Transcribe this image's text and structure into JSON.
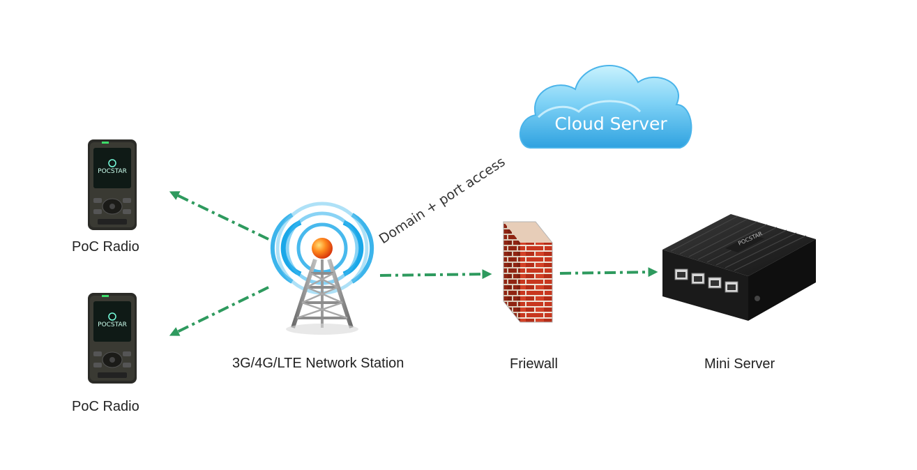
{
  "labels": {
    "radio_top": "PoC Radio",
    "radio_bottom": "PoC Radio",
    "station": "3G/4G/LTE Network Station",
    "firewall": "Friewall",
    "server": "Mini Server",
    "cloud": "Cloud Server",
    "link": "Domain + port access"
  },
  "device_brand": "POCSTAR",
  "colors": {
    "arrow": "#2e9a5e",
    "cloud_light": "#bfeefc",
    "cloud_dark": "#2fa2e0",
    "brick": "#c8371f",
    "signal": "#1aa7e8"
  },
  "icons": {
    "radio": "walkie-talkie-icon",
    "station": "cell-tower-icon",
    "firewall": "brick-wall-icon",
    "server": "mini-pc-icon",
    "cloud": "cloud-icon"
  }
}
